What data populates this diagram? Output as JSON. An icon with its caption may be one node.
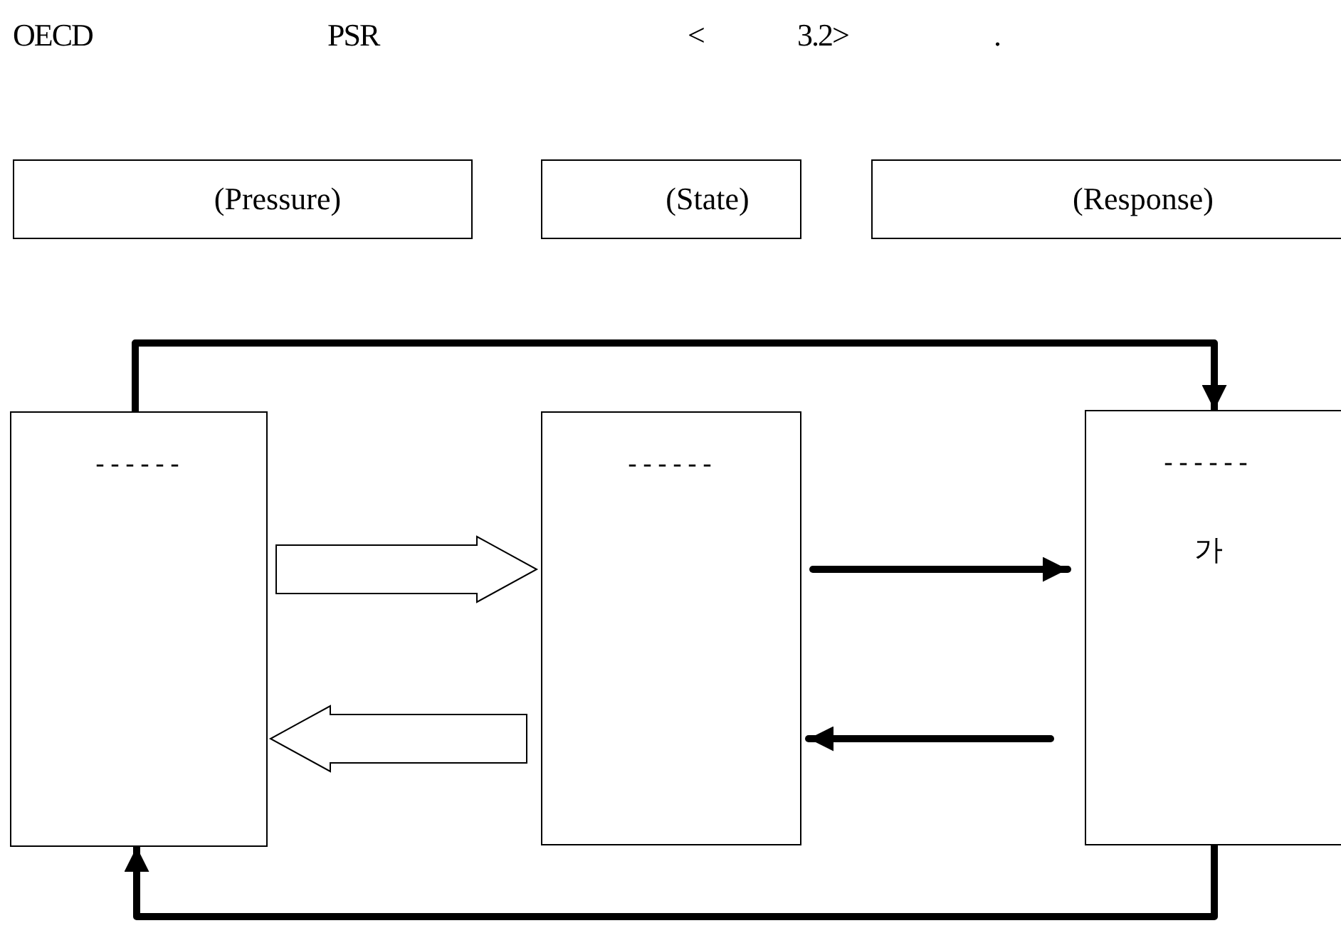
{
  "diagram": {
    "nodes": [
      {
        "text": [
          "(Pressure)"
        ]
      },
      {
        "text": [
          "(State)"
        ]
      },
      {
        "text": [
          "(Response)"
        ]
      },
      {
        "text": [
          "------"
        ]
      },
      {
        "text": [
          "------"
        ]
      },
      {
        "text": [
          "------",
          "가"
        ]
      }
    ],
    "edges": [
      {
        "from": 3,
        "to": 4,
        "arrow": "to"
      },
      {
        "from": 4,
        "to": 3,
        "arrow": "to"
      },
      {
        "from": 4,
        "to": 5,
        "arrow": "to"
      },
      {
        "from": 5,
        "to": 4,
        "arrow": "to"
      },
      {
        "from": 3,
        "to": 5,
        "arrow": "to"
      },
      {
        "from": 5,
        "to": 3,
        "arrow": "to"
      }
    ],
    "labels": [
      "OECD",
      "PSR",
      "<",
      "3.2>",
      "."
    ]
  }
}
